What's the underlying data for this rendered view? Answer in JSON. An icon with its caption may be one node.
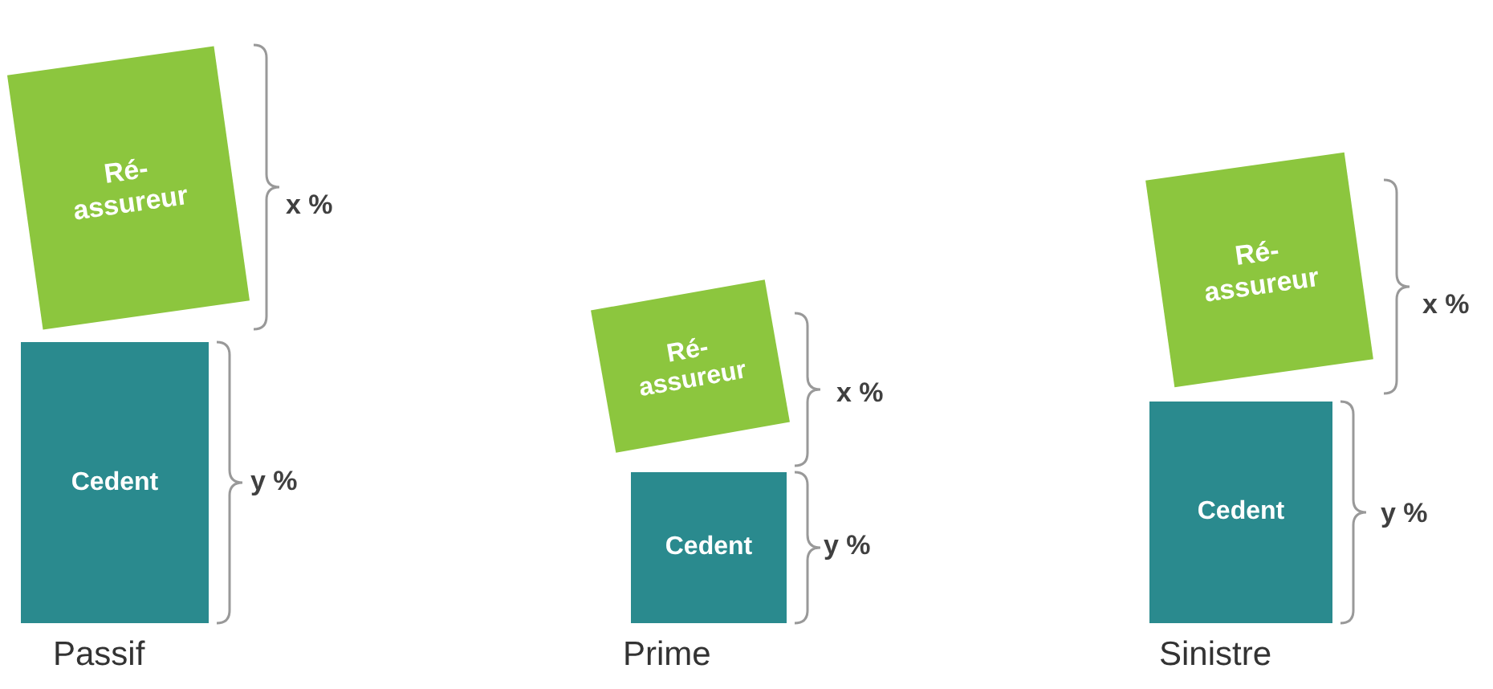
{
  "diagram": {
    "nodes": [
      {
        "text": [
          "Ré- assureur"
        ],
        "beside": [
          "x %"
        ]
      },
      {
        "text": [
          "Cedent"
        ],
        "beside": [
          "y %"
        ]
      },
      {
        "text": [
          "Ré- assureur"
        ],
        "beside": [
          "x %"
        ]
      },
      {
        "text": [
          "Cedent"
        ],
        "beside": [
          "y %"
        ]
      },
      {
        "text": [
          "Ré- assureur"
        ],
        "beside": [
          "x %"
        ]
      },
      {
        "text": [
          "Cedent"
        ],
        "beside": [
          "y %"
        ]
      }
    ],
    "labels": [
      "Passif",
      "Prime",
      "Sinistre"
    ]
  }
}
